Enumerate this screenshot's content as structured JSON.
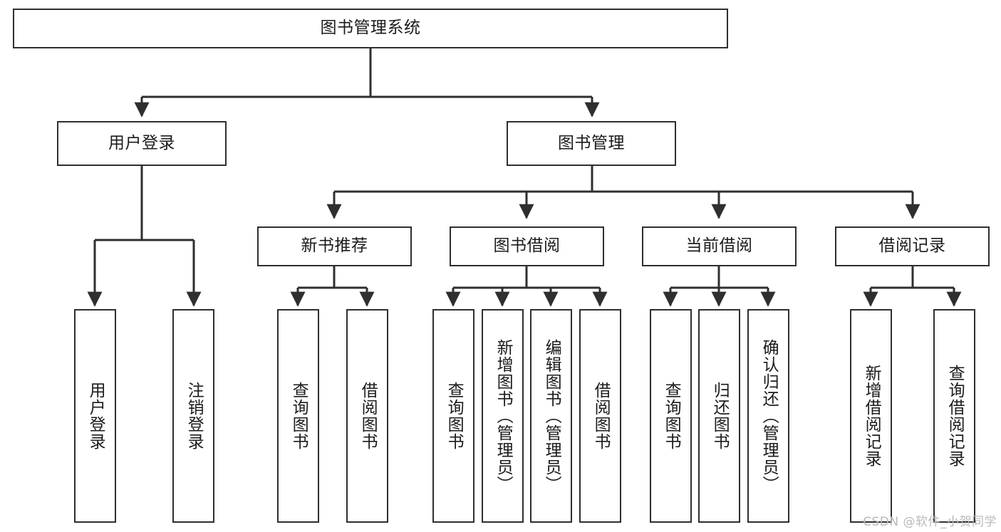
{
  "diagram": {
    "title": "图书管理系统",
    "type": "tree-hierarchy",
    "watermark": "CSDN @软件_小贺同学",
    "colors": {
      "box_border": "#2f2f2f",
      "box_fill": "#ffffff",
      "connector": "#2f2f2f",
      "text": "#1b1b1b",
      "watermark": "#b9b9b9",
      "background": "#ffffff"
    },
    "nodes": {
      "root": {
        "label": "图书管理系统"
      },
      "level2": [
        {
          "id": "user-login",
          "label": "用户登录"
        },
        {
          "id": "book-management",
          "label": "图书管理"
        }
      ],
      "level3": [
        {
          "id": "new-book-recommend",
          "label": "新书推荐"
        },
        {
          "id": "book-borrow",
          "label": "图书借阅"
        },
        {
          "id": "current-borrow",
          "label": "当前借阅"
        },
        {
          "id": "borrow-record",
          "label": "借阅记录"
        }
      ],
      "leaves": {
        "user-login": [
          {
            "id": "leaf-user-login",
            "label": "用户登录"
          },
          {
            "id": "leaf-user-logout",
            "label": "注销登录"
          }
        ],
        "new-book-recommend": [
          {
            "id": "leaf-query-book-1",
            "label": "查询图书"
          },
          {
            "id": "leaf-borrow-book-1",
            "label": "借阅图书"
          }
        ],
        "book-borrow": [
          {
            "id": "leaf-query-book-2",
            "label": "查询图书"
          },
          {
            "id": "leaf-add-book",
            "label": "新增图书（管理员）"
          },
          {
            "id": "leaf-edit-book",
            "label": "编辑图书（管理员）"
          },
          {
            "id": "leaf-borrow-book-2",
            "label": "借阅图书"
          }
        ],
        "current-borrow": [
          {
            "id": "leaf-query-book-3",
            "label": "查询图书"
          },
          {
            "id": "leaf-return-book",
            "label": "归还图书"
          },
          {
            "id": "leaf-confirm-return",
            "label": "确认归还（管理员）"
          }
        ],
        "borrow-record": [
          {
            "id": "leaf-add-record",
            "label": "新增借阅记录"
          },
          {
            "id": "leaf-query-record",
            "label": "查询借阅记录"
          }
        ]
      }
    }
  }
}
